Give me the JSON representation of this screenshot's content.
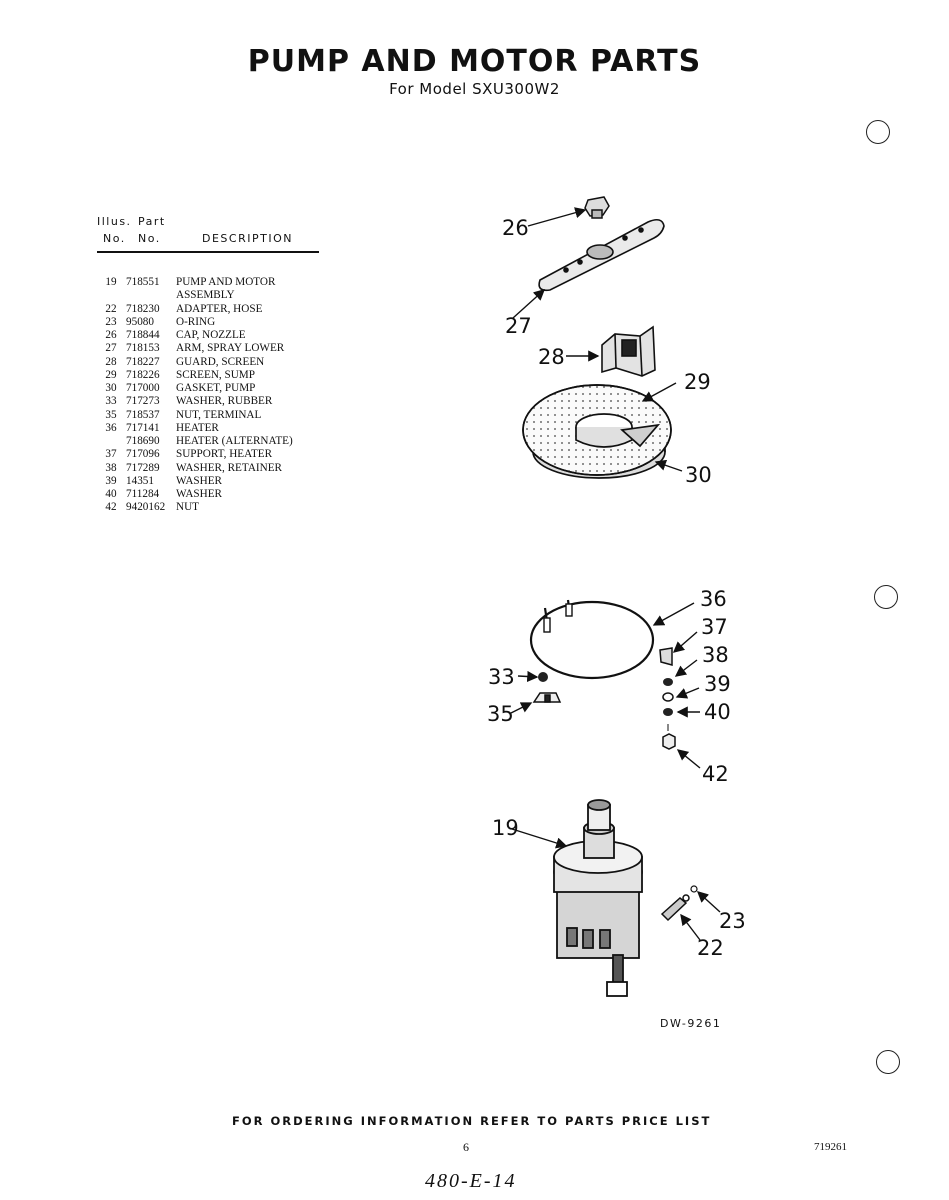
{
  "title": "PUMP AND MOTOR PARTS",
  "subtitle": "For Model SXU300W2",
  "table": {
    "header": {
      "illus_top": "Illus.",
      "part_top": "Part",
      "illus_no": "No.",
      "part_no": "No.",
      "description": "DESCRIPTION"
    },
    "rows": [
      {
        "illus": "19",
        "part": "718551",
        "desc": "PUMP AND MOTOR"
      },
      {
        "illus": "",
        "part": "",
        "desc": "ASSEMBLY"
      },
      {
        "illus": "22",
        "part": "718230",
        "desc": "ADAPTER, HOSE"
      },
      {
        "illus": "23",
        "part": "95080",
        "desc": "O-RING"
      },
      {
        "illus": "26",
        "part": "718844",
        "desc": "CAP, NOZZLE"
      },
      {
        "illus": "27",
        "part": "718153",
        "desc": "ARM, SPRAY LOWER"
      },
      {
        "illus": "28",
        "part": "718227",
        "desc": "GUARD, SCREEN"
      },
      {
        "illus": "29",
        "part": "718226",
        "desc": "SCREEN, SUMP"
      },
      {
        "illus": "30",
        "part": "717000",
        "desc": "GASKET, PUMP"
      },
      {
        "illus": "33",
        "part": "717273",
        "desc": "WASHER, RUBBER"
      },
      {
        "illus": "35",
        "part": "718537",
        "desc": "NUT, TERMINAL"
      },
      {
        "illus": "36",
        "part": "717141",
        "desc": "HEATER"
      },
      {
        "illus": "",
        "part": "718690",
        "desc": "HEATER (ALTERNATE)"
      },
      {
        "illus": "37",
        "part": "717096",
        "desc": "SUPPORT, HEATER"
      },
      {
        "illus": "38",
        "part": "717289",
        "desc": "WASHER, RETAINER"
      },
      {
        "illus": "39",
        "part": "14351",
        "desc": "WASHER"
      },
      {
        "illus": "40",
        "part": "711284",
        "desc": "WASHER"
      },
      {
        "illus": "42",
        "part": "9420162",
        "desc": "NUT"
      }
    ]
  },
  "callouts": {
    "c26": "26",
    "c27": "27",
    "c28": "28",
    "c29": "29",
    "c30": "30",
    "c36": "36",
    "c37": "37",
    "c38": "38",
    "c39": "39",
    "c40": "40",
    "c42": "42",
    "c33": "33",
    "c35": "35",
    "c19": "19",
    "c23": "23",
    "c22": "22"
  },
  "drawing_number": "DW-9261",
  "footer": "FOR ORDERING INFORMATION REFER TO PARTS PRICE LIST",
  "page_number": "6",
  "document_number": "719261",
  "handwritten_note": "480-E-14"
}
